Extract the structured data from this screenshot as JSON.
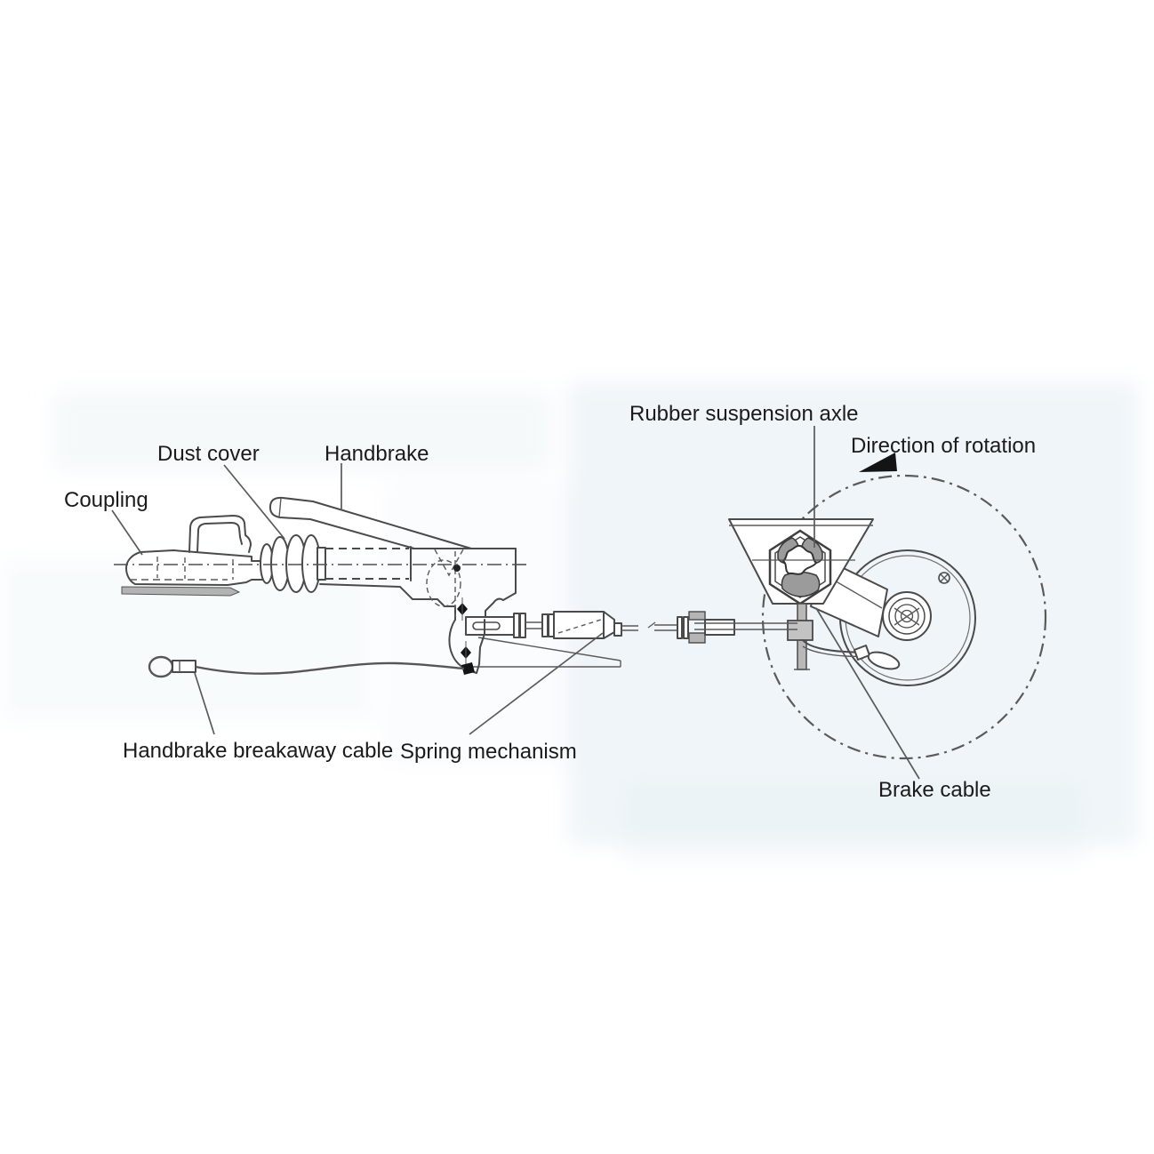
{
  "figure": {
    "type": "technical-diagram",
    "subject": "Trailer overrun brake coupling and rubber suspension axle, side cutaway view",
    "labels": {
      "coupling": "Coupling",
      "dust_cover": "Dust cover",
      "handbrake": "Handbrake",
      "rubber_suspension_axle": "Rubber suspension axle",
      "direction_of_rotation": "Direction of rotation",
      "handbrake_breakaway_cable": "Handbrake breakaway cable",
      "spring_mechanism": "Spring mechanism",
      "brake_cable": "Brake cable"
    },
    "colors": {
      "line": "#4a4a4a",
      "text": "#1b1b1b",
      "rubber_fill": "#9b9b9b",
      "metal_fill": "#b3b3b3",
      "marker_fill": "#141414",
      "scan_tint": "#dce8ef",
      "background": "#ffffff"
    }
  }
}
